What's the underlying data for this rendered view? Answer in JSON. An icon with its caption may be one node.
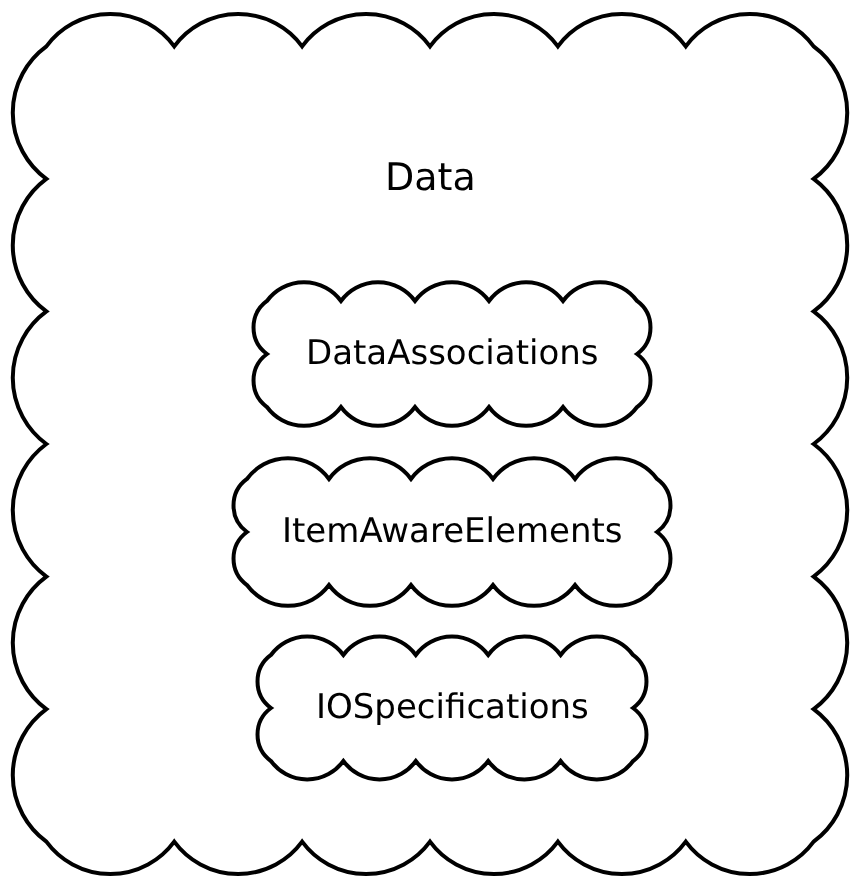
{
  "diagram": {
    "nodes": [
      {
        "text": [
          "Data"
        ]
      },
      {
        "text": [
          "DataAssociations"
        ],
        "in": 0
      },
      {
        "text": [
          "ItemAwareElements"
        ],
        "in": 0
      },
      {
        "text": [
          "IOSpecifications"
        ],
        "in": 0
      }
    ]
  }
}
